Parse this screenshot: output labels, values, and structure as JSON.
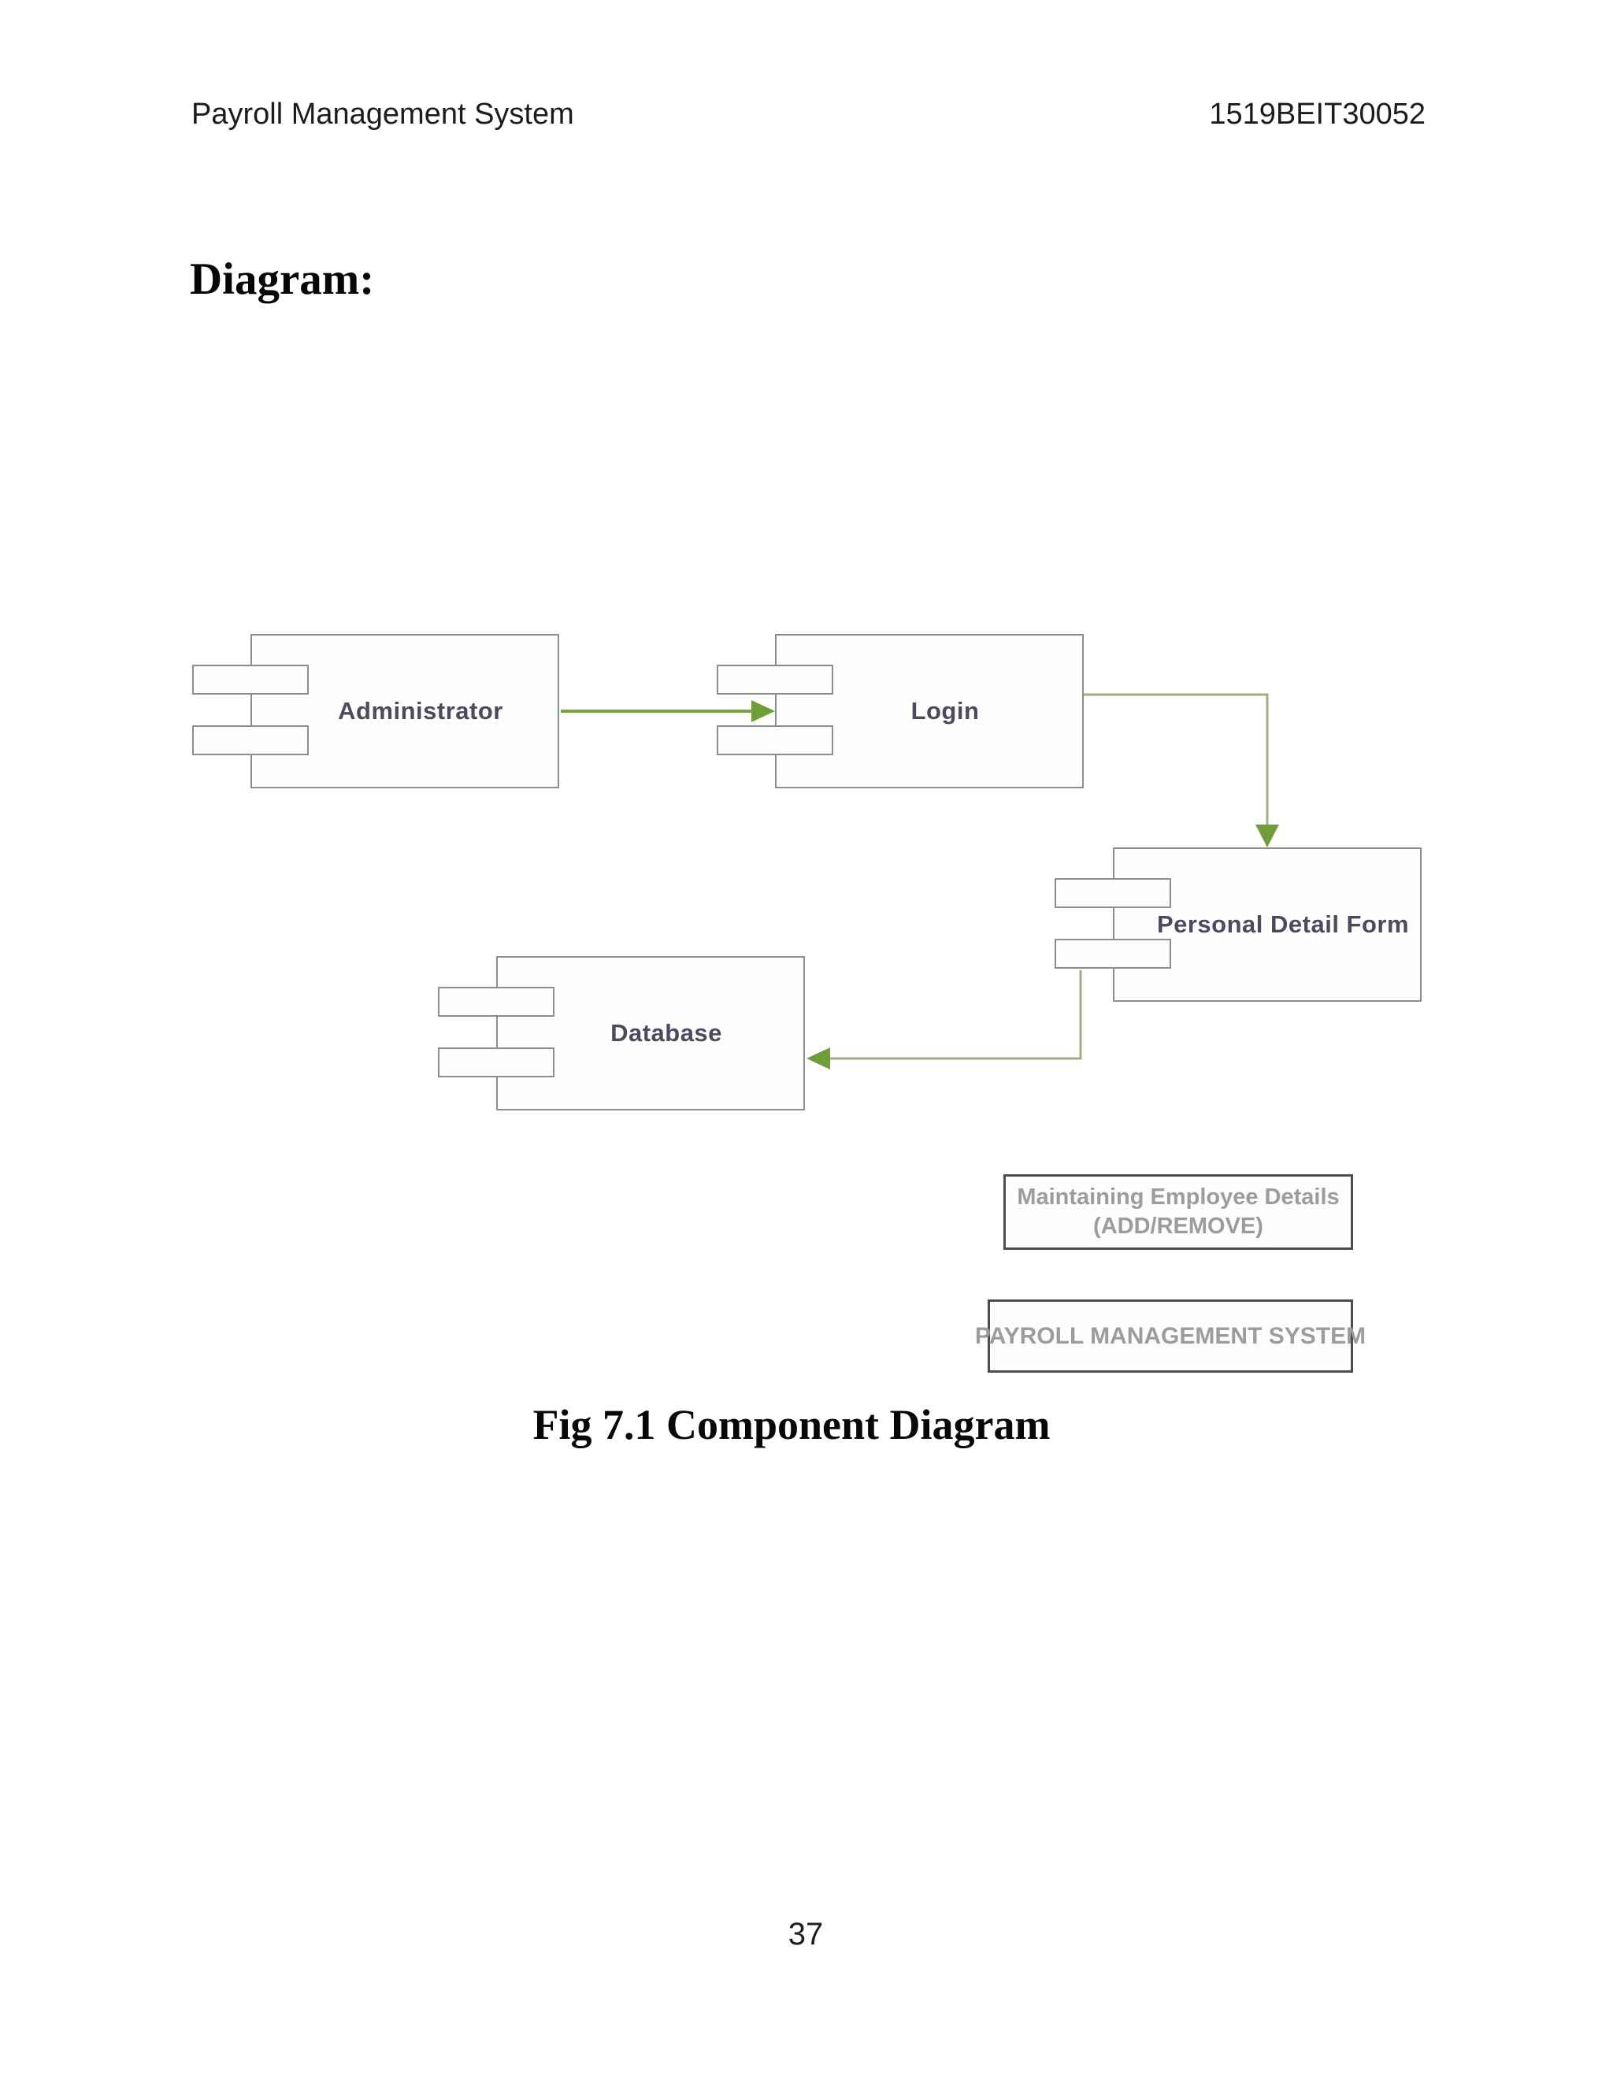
{
  "header": {
    "left": "Payroll Management System",
    "right": "1519BEIT30052"
  },
  "section_heading": "Diagram:",
  "figure_caption": "Fig 7.1 Component Diagram",
  "page_number": "37",
  "diagram": {
    "type": "uml-component-diagram",
    "components": [
      {
        "id": "administrator",
        "label": "Administrator"
      },
      {
        "id": "login",
        "label": "Login"
      },
      {
        "id": "personal-detail-form",
        "label": "Personal Detail Form"
      },
      {
        "id": "database",
        "label": "Database"
      }
    ],
    "notes": [
      {
        "id": "maintaining",
        "line1": "Maintaining Employee Details",
        "line2": "(ADD/REMOVE)"
      },
      {
        "id": "payroll",
        "line1": "PAYROLL MANAGEMENT SYSTEM"
      }
    ],
    "connections": [
      {
        "from": "Administrator",
        "to": "Login"
      },
      {
        "from": "Login",
        "to": "Personal Detail Form"
      },
      {
        "from": "Personal Detail Form",
        "to": "Database"
      }
    ],
    "colors": {
      "connector_strong": "#7aa33c",
      "connector_soft": "#a3ae83",
      "arrowhead": "#6f9e38",
      "box_border": "#8d8d8d",
      "note_border": "#4d4d4d",
      "label_text": "#4c4a5e",
      "note_text": "#9c9c9c"
    }
  }
}
